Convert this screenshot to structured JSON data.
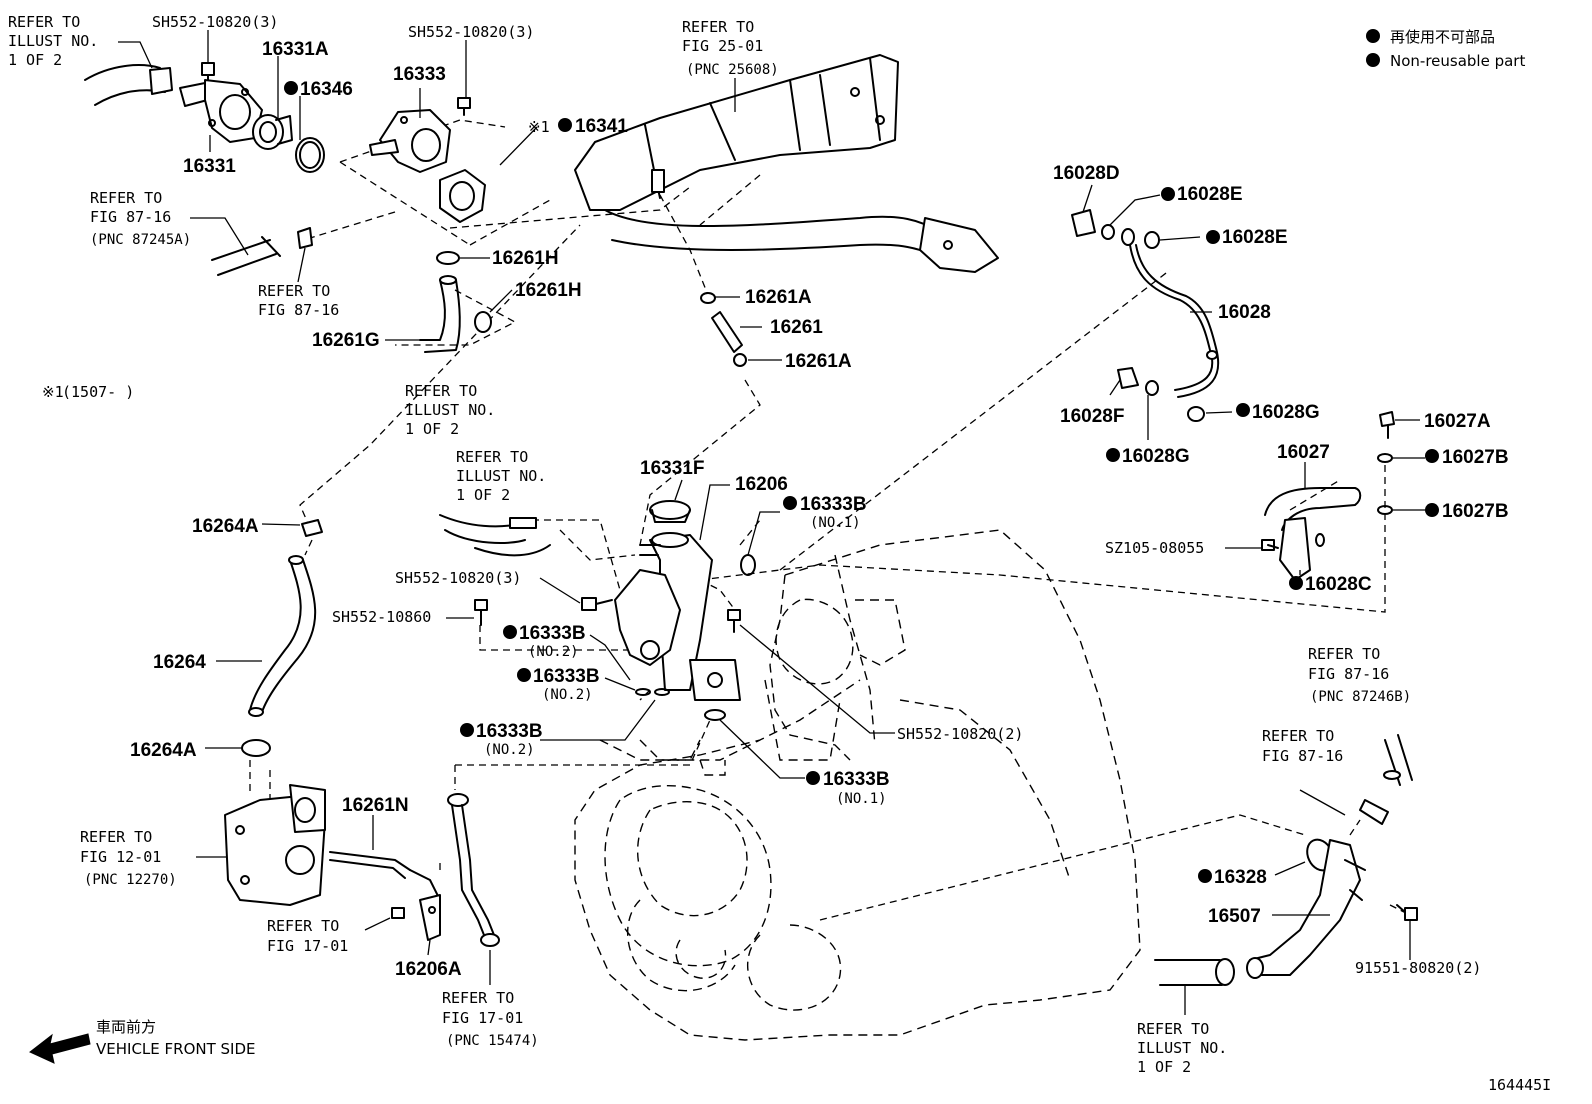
{
  "legend": {
    "line1": "再使用不可部品",
    "line2": "Non-reusable part"
  },
  "note": {
    "mark": "※1",
    "text": "(1507-      )"
  },
  "labels": {
    "sh552_10820_3_a": "SH552-10820(3)",
    "p16331A": "16331A",
    "p16346": "16346",
    "p16331": "16331",
    "sh552_10820_3_b": "SH552-10820(3)",
    "p16333": "16333",
    "p16341": "16341",
    "p16341_mark": "※1",
    "p16261H_a": "16261H",
    "p16261H_b": "16261H",
    "p16261G": "16261G",
    "p16261A_a": "16261A",
    "p16261": "16261",
    "p16261A_b": "16261A",
    "p16028D": "16028D",
    "p16028E_a": "16028E",
    "p16028E_b": "16028E",
    "p16028": "16028",
    "p16028F": "16028F",
    "p16028G_a": "16028G",
    "p16028G_b": "16028G",
    "p16027A": "16027A",
    "p16027": "16027",
    "p16027B_a": "16027B",
    "p16027B_b": "16027B",
    "sz105_08055": "SZ105-08055",
    "p16028C": "16028C",
    "p16331F": "16331F",
    "p16206": "16206",
    "p16333B_1": "16333B",
    "p16333B_1_sub": "(NO.1)",
    "sh552_10820_3_c": "SH552-10820(3)",
    "sh552_10860": "SH552-10860",
    "p16333B_2": "16333B",
    "p16333B_2_sub": "(NO.2)",
    "p16333B_3": "16333B",
    "p16333B_3_sub": "(NO.2)",
    "p16333B_4": "16333B",
    "p16333B_4_sub": "(NO.2)",
    "sh552_10820_2": "SH552-10820(2)",
    "p16333B_5": "16333B",
    "p16333B_5_sub": "(NO.1)",
    "p16264A_a": "16264A",
    "p16264": "16264",
    "p16264A_b": "16264A",
    "p16261N": "16261N",
    "p16206A": "16206A",
    "p16328": "16328",
    "p16507": "16507",
    "p91551": "91551-80820(2)",
    "fig_id": "164445I"
  },
  "refs": {
    "r_illust_topleft": [
      "REFER TO",
      "ILLUST NO.",
      "1 OF 2"
    ],
    "r_fig25": [
      "REFER TO",
      "FIG 25-01",
      "(PNC 25608)"
    ],
    "r_fig87_16a": [
      "REFER TO",
      "FIG 87-16",
      "(PNC 87245A)"
    ],
    "r_fig87_16b": [
      "REFER TO",
      "FIG 87-16"
    ],
    "r_illust_mid1": [
      "REFER TO",
      "ILLUST NO.",
      "1 OF 2"
    ],
    "r_illust_mid2": [
      "REFER TO",
      "ILLUST NO.",
      "1 OF 2"
    ],
    "r_fig12": [
      "REFER TO",
      "FIG 12-01",
      "(PNC 12270)"
    ],
    "r_fig17a": [
      "REFER TO",
      "FIG 17-01"
    ],
    "r_fig17b": [
      "REFER TO",
      "FIG 17-01",
      "(PNC 15474)"
    ],
    "r_fig87_16c": [
      "REFER TO",
      "FIG 87-16",
      "(PNC 87246B)"
    ],
    "r_fig87_16d": [
      "REFER TO",
      "FIG 87-16"
    ],
    "r_illust_bottom": [
      "REFER TO",
      "ILLUST NO.",
      "1 OF 2"
    ]
  },
  "front": {
    "jp": "車両前方",
    "en": "VEHICLE FRONT SIDE"
  }
}
